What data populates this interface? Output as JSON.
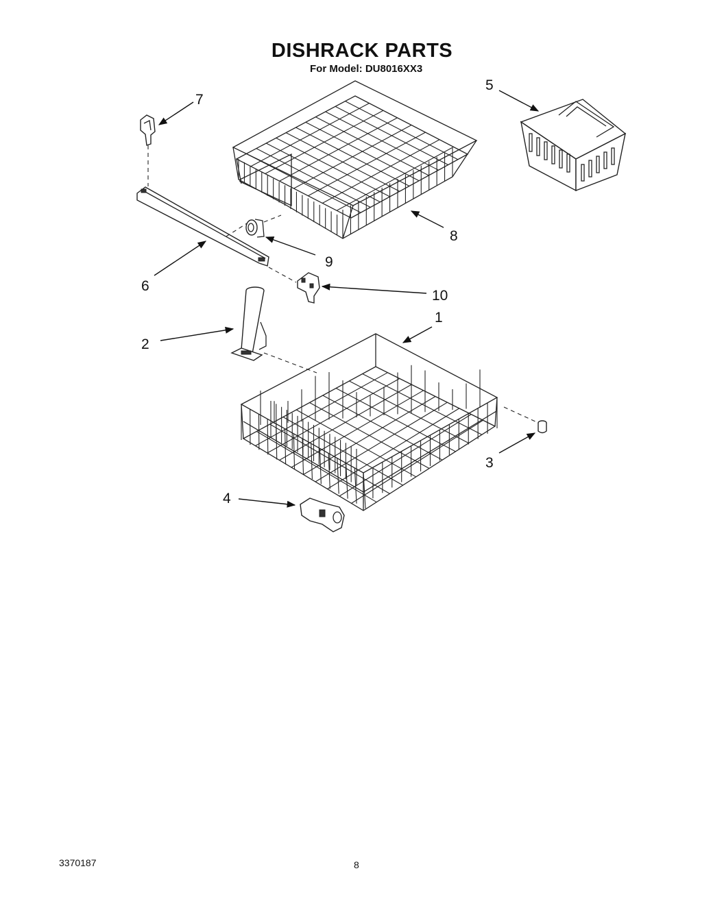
{
  "header": {
    "title": "DISHRACK PARTS",
    "subtitle": "For Model: DU8016XX3"
  },
  "callouts": [
    {
      "id": "1",
      "label": "1"
    },
    {
      "id": "2",
      "label": "2"
    },
    {
      "id": "3",
      "label": "3"
    },
    {
      "id": "4",
      "label": "4"
    },
    {
      "id": "5",
      "label": "5"
    },
    {
      "id": "6",
      "label": "6"
    },
    {
      "id": "7",
      "label": "7"
    },
    {
      "id": "8",
      "label": "8"
    },
    {
      "id": "9",
      "label": "9"
    },
    {
      "id": "10",
      "label": "10"
    }
  ],
  "footer": {
    "doc_number": "3370187",
    "page_number": "8"
  }
}
